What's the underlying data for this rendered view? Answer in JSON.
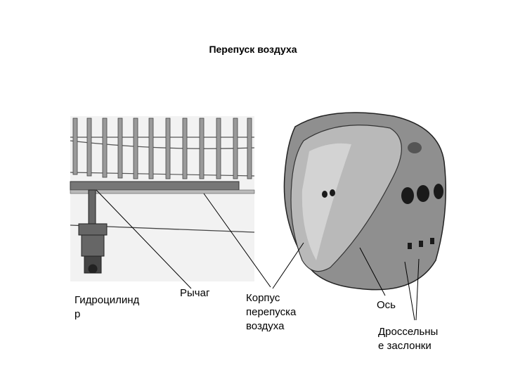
{
  "title": "Перепуск воздуха",
  "labels": {
    "hydro_cylinder_line1": "Гидроцилинд",
    "hydro_cylinder_line2": "р",
    "lever": "Рычаг",
    "bypass_body_line1": "Корпус",
    "bypass_body_line2": "перепуска",
    "bypass_body_line3": "воздуха",
    "axis": "Ось",
    "throttle_valves_line1": "Дроссельны",
    "throttle_valves_line2": "е заслонки"
  }
}
